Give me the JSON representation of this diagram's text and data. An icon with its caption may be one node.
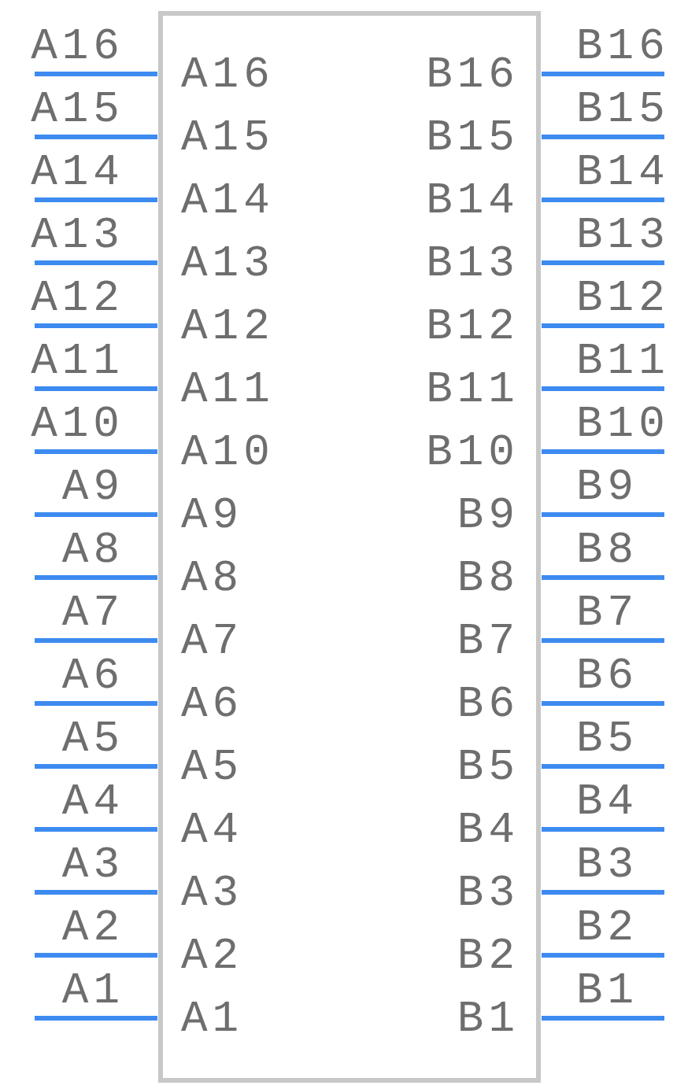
{
  "diagram": {
    "labels": [
      "A16",
      "A16",
      "B16",
      "B16",
      "A15",
      "A15",
      "B15",
      "B15",
      "A14",
      "A14",
      "B14",
      "B14",
      "A13",
      "A13",
      "B13",
      "B13",
      "A12",
      "A12",
      "B12",
      "B12",
      "A11",
      "A11",
      "B11",
      "B11",
      "A10",
      "A10",
      "B10",
      "B10",
      "A9",
      "A9",
      "B9",
      "B9",
      "A8",
      "A8",
      "B8",
      "B8",
      "A7",
      "A7",
      "B7",
      "B7",
      "A6",
      "A6",
      "B6",
      "B6",
      "A5",
      "A5",
      "B5",
      "B5",
      "A4",
      "A4",
      "B4",
      "B4",
      "A3",
      "A3",
      "B3",
      "B3",
      "A2",
      "A2",
      "B2",
      "B2",
      "A1",
      "A1",
      "B1",
      "B1"
    ]
  }
}
